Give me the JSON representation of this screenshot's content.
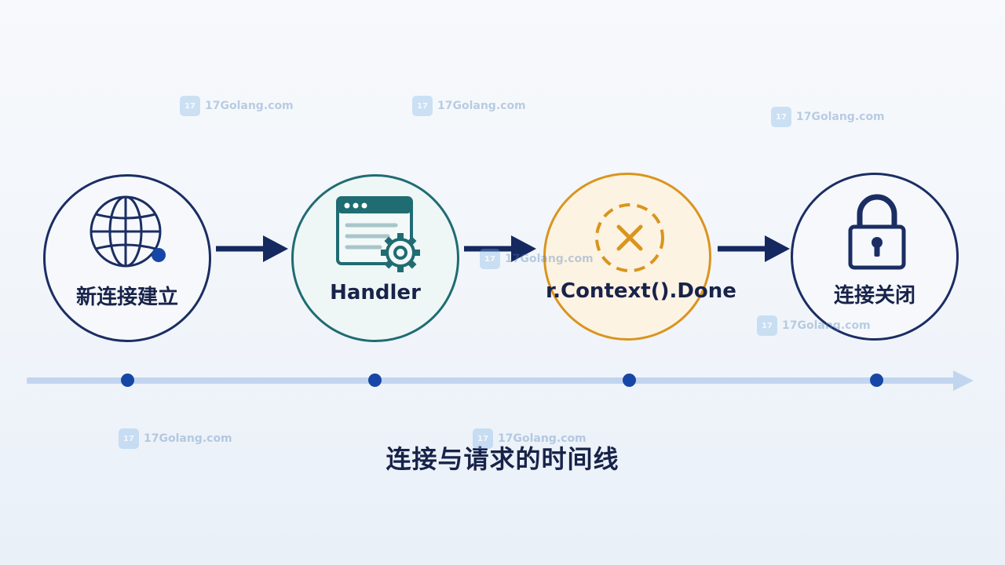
{
  "nodes": [
    {
      "label": "新连接建立",
      "icon": "globe-icon",
      "color": "#1b2e63"
    },
    {
      "label": "Handler",
      "icon": "window-gear-icon",
      "color": "#1f6c73"
    },
    {
      "label": "r.Context().Done",
      "icon": "cancel-x-icon",
      "color": "#d9951e"
    },
    {
      "label": "连接关闭",
      "icon": "padlock-icon",
      "color": "#1b2e63"
    }
  ],
  "title": "连接与请求的时间线",
  "watermark": "17Golang.com",
  "colors": {
    "navy": "#1b2e63",
    "teal": "#1f6c73",
    "orange": "#d9951e",
    "timeline": "#c2d5ef",
    "dot": "#1747a6"
  }
}
